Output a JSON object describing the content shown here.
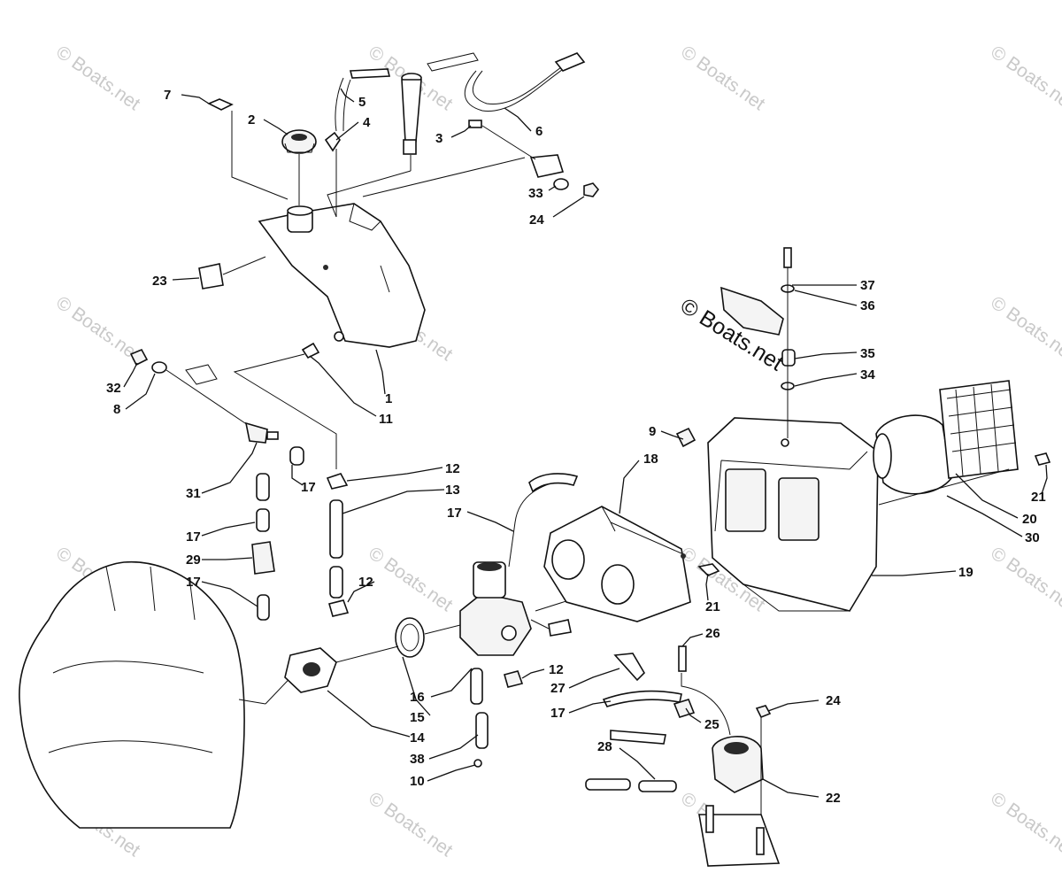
{
  "watermark": {
    "text": "© Boats.net"
  },
  "stamp": {
    "text": "© Boats.net"
  },
  "callouts": [
    {
      "id": "c7",
      "label": "7"
    },
    {
      "id": "c5",
      "label": "5"
    },
    {
      "id": "c4",
      "label": "4"
    },
    {
      "id": "c2",
      "label": "2"
    },
    {
      "id": "c3",
      "label": "3"
    },
    {
      "id": "c6",
      "label": "6"
    },
    {
      "id": "c33",
      "label": "33"
    },
    {
      "id": "c24a",
      "label": "24"
    },
    {
      "id": "c23",
      "label": "23"
    },
    {
      "id": "c1",
      "label": "1"
    },
    {
      "id": "c11",
      "label": "11"
    },
    {
      "id": "c32",
      "label": "32"
    },
    {
      "id": "c8",
      "label": "8"
    },
    {
      "id": "c31",
      "label": "31"
    },
    {
      "id": "c17a",
      "label": "17"
    },
    {
      "id": "c12a",
      "label": "12"
    },
    {
      "id": "c13",
      "label": "13"
    },
    {
      "id": "c17b",
      "label": "17"
    },
    {
      "id": "c18",
      "label": "18"
    },
    {
      "id": "c9",
      "label": "9"
    },
    {
      "id": "c37",
      "label": "37"
    },
    {
      "id": "c36",
      "label": "36"
    },
    {
      "id": "c35",
      "label": "35"
    },
    {
      "id": "c34",
      "label": "34"
    },
    {
      "id": "c21a",
      "label": "21"
    },
    {
      "id": "c20",
      "label": "20"
    },
    {
      "id": "c30",
      "label": "30"
    },
    {
      "id": "c19",
      "label": "19"
    },
    {
      "id": "c17c",
      "label": "17"
    },
    {
      "id": "c29",
      "label": "29"
    },
    {
      "id": "c17d",
      "label": "17"
    },
    {
      "id": "c12b",
      "label": "12"
    },
    {
      "id": "c21b",
      "label": "21"
    },
    {
      "id": "c26",
      "label": "26"
    },
    {
      "id": "c12c",
      "label": "12"
    },
    {
      "id": "c16",
      "label": "16"
    },
    {
      "id": "c27",
      "label": "27"
    },
    {
      "id": "c15",
      "label": "15"
    },
    {
      "id": "c17e",
      "label": "17"
    },
    {
      "id": "c25",
      "label": "25"
    },
    {
      "id": "c24b",
      "label": "24"
    },
    {
      "id": "c14",
      "label": "14"
    },
    {
      "id": "c38",
      "label": "38"
    },
    {
      "id": "c28",
      "label": "28"
    },
    {
      "id": "c22",
      "label": "22"
    },
    {
      "id": "c10",
      "label": "10"
    }
  ]
}
